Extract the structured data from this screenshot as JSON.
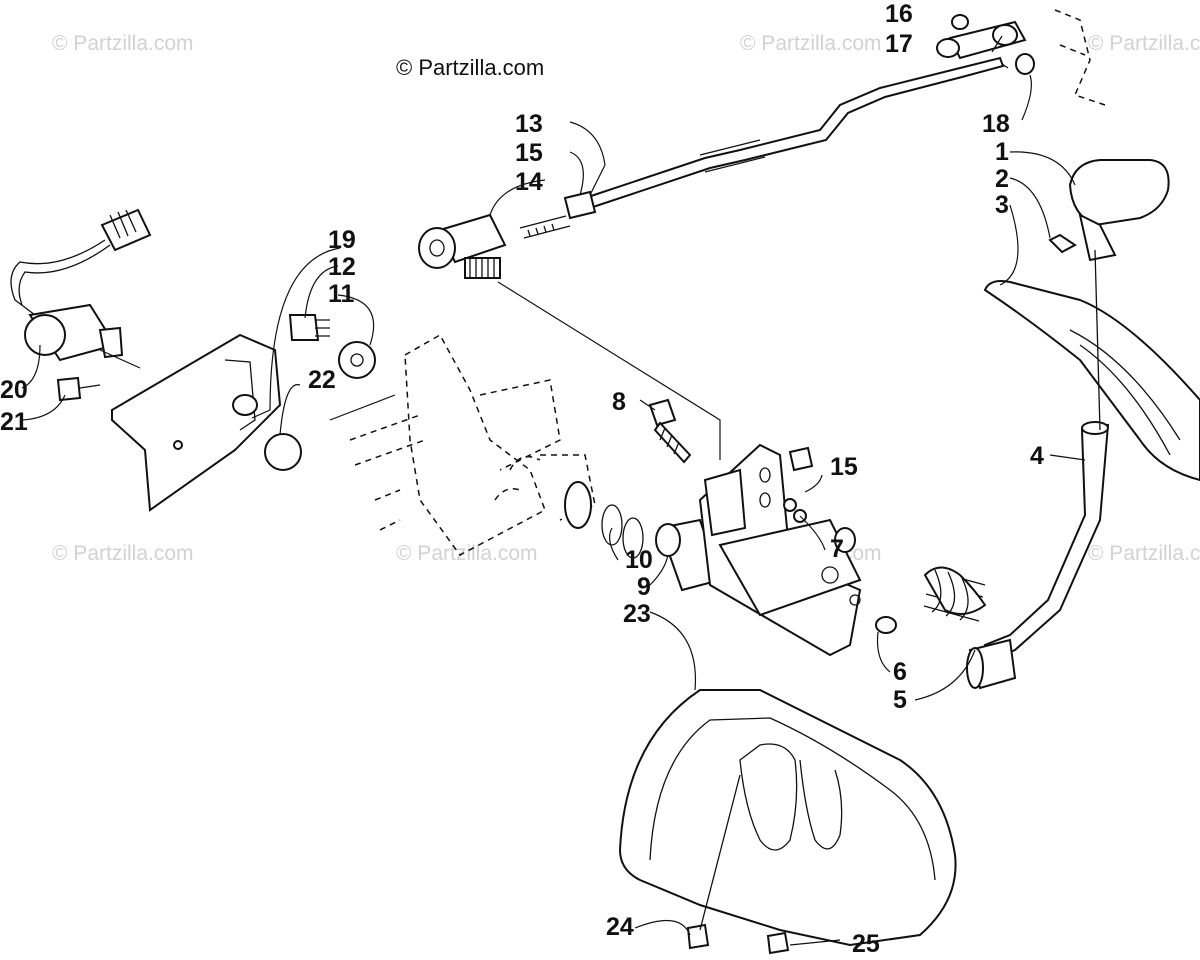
{
  "copyright": "© Partzilla.com",
  "watermark": "© Partzilla.com",
  "callouts": [
    "1",
    "2",
    "3",
    "4",
    "5",
    "6",
    "7",
    "8",
    "9",
    "10",
    "11",
    "12",
    "13",
    "14",
    "15",
    "15",
    "16",
    "17",
    "18",
    "19",
    "20",
    "21",
    "22",
    "23",
    "24",
    "25"
  ]
}
